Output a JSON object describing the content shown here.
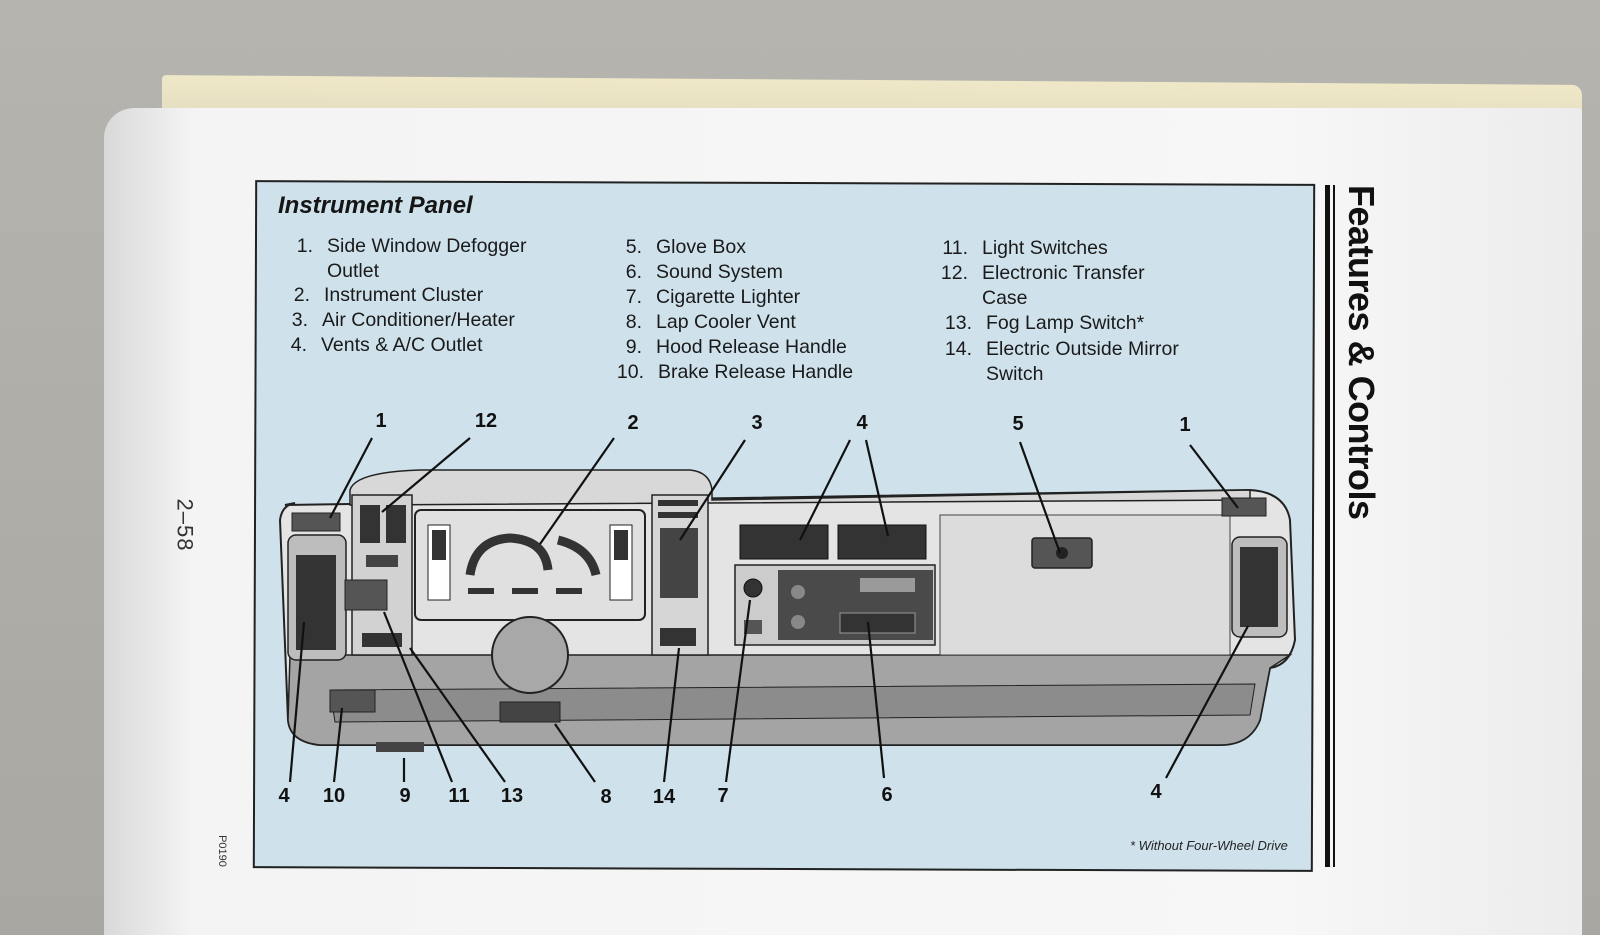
{
  "page": {
    "number": "2–58",
    "code": "P0190",
    "section_title": "Features & Controls"
  },
  "panel": {
    "title": "Instrument Panel",
    "footnote": "* Without Four-Wheel Drive"
  },
  "legend": [
    {
      "num": "1.",
      "lines": [
        "Side Window Defogger",
        "Outlet"
      ]
    },
    {
      "num": "2.",
      "lines": [
        "Instrument Cluster"
      ]
    },
    {
      "num": "3.",
      "lines": [
        "Air Conditioner/Heater"
      ]
    },
    {
      "num": "4.",
      "lines": [
        "Vents & A/C Outlet"
      ]
    },
    {
      "num": "5.",
      "lines": [
        "Glove Box"
      ]
    },
    {
      "num": "6.",
      "lines": [
        "Sound System"
      ]
    },
    {
      "num": "7.",
      "lines": [
        "Cigarette Lighter"
      ]
    },
    {
      "num": "8.",
      "lines": [
        "Lap Cooler Vent"
      ]
    },
    {
      "num": "9.",
      "lines": [
        "Hood Release Handle"
      ]
    },
    {
      "num": "10.",
      "lines": [
        "Brake Release Handle"
      ]
    },
    {
      "num": "11.",
      "lines": [
        "Light Switches"
      ]
    },
    {
      "num": "12.",
      "lines": [
        "Electronic Transfer",
        "Case"
      ]
    },
    {
      "num": "13.",
      "lines": [
        "Fog Lamp Switch*"
      ]
    },
    {
      "num": "14.",
      "lines": [
        "Electric Outside Mirror",
        "Switch"
      ]
    }
  ],
  "callouts": [
    "1",
    "12",
    "2",
    "3",
    "4",
    "5",
    "1",
    "4",
    "10",
    "9",
    "11",
    "13",
    "8",
    "14",
    "7",
    "6",
    "4"
  ],
  "colors": {
    "panel_bg": "#cfe2ec",
    "dash_fill": "#e6e6e6",
    "dash_dark": "#9a9a9a",
    "ink": "#1a1a1a"
  }
}
